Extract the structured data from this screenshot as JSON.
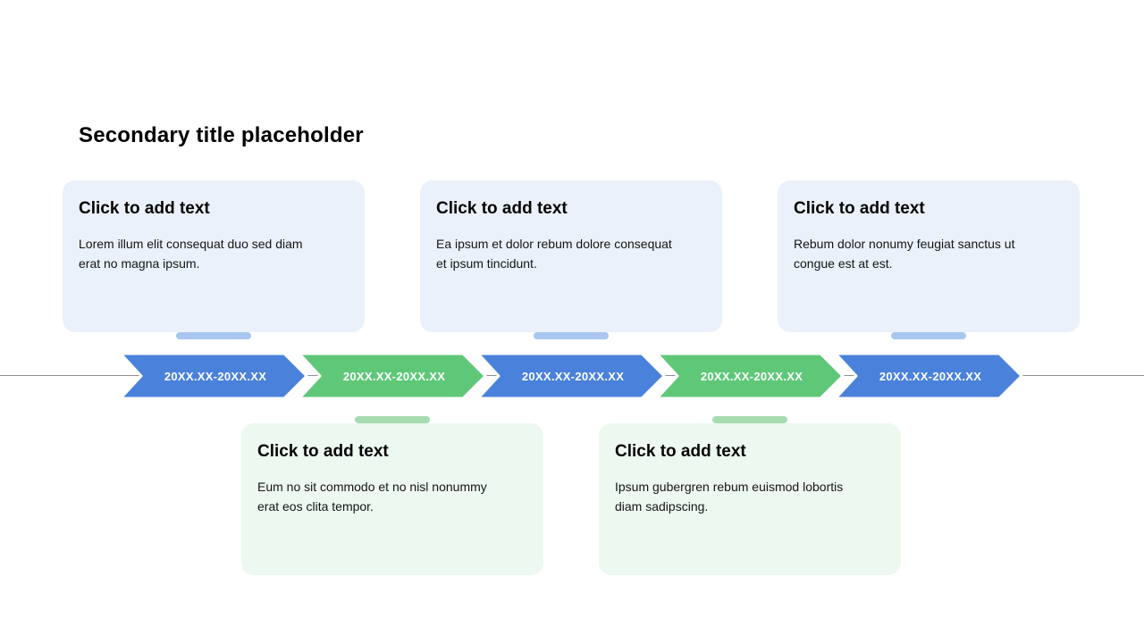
{
  "slide_title": "Secondary title placeholder",
  "top_cards": [
    {
      "heading": "Click to add text",
      "body": "Lorem illum elit consequat duo sed diam\nerat no magna ipsum."
    },
    {
      "heading": "Click to add text",
      "body": "Ea ipsum et dolor rebum dolore consequat\net ipsum tincidunt."
    },
    {
      "heading": "Click to add text",
      "body": "Rebum dolor nonumy feugiat sanctus ut\ncongue est at est."
    }
  ],
  "bottom_cards": [
    {
      "heading": "Click to add text",
      "body": "Eum no sit commodo et no nisl nonummy\nerat eos clita tempor."
    },
    {
      "heading": "Click to add text",
      "body": "Ipsum gubergren rebum euismod lobortis\ndiam sadipscing."
    }
  ],
  "timeline": {
    "arrows": [
      {
        "label": "20XX.XX-20XX.XX",
        "color": "#4A81DB"
      },
      {
        "label": "20XX.XX-20XX.XX",
        "color": "#5FC878"
      },
      {
        "label": "20XX.XX-20XX.XX",
        "color": "#4A81DB"
      },
      {
        "label": "20XX.XX-20XX.XX",
        "color": "#5FC878"
      },
      {
        "label": "20XX.XX-20XX.XX",
        "color": "#4A81DB"
      }
    ]
  },
  "colors": {
    "card_blue_bg": "#EAF1FB",
    "card_green_bg": "#EDF8F1",
    "connector_blue": "#A9C6F0",
    "connector_green": "#A7DCB0",
    "arrow_blue": "#4A81DB",
    "arrow_green": "#5FC878",
    "timeline_line": "#909090"
  }
}
